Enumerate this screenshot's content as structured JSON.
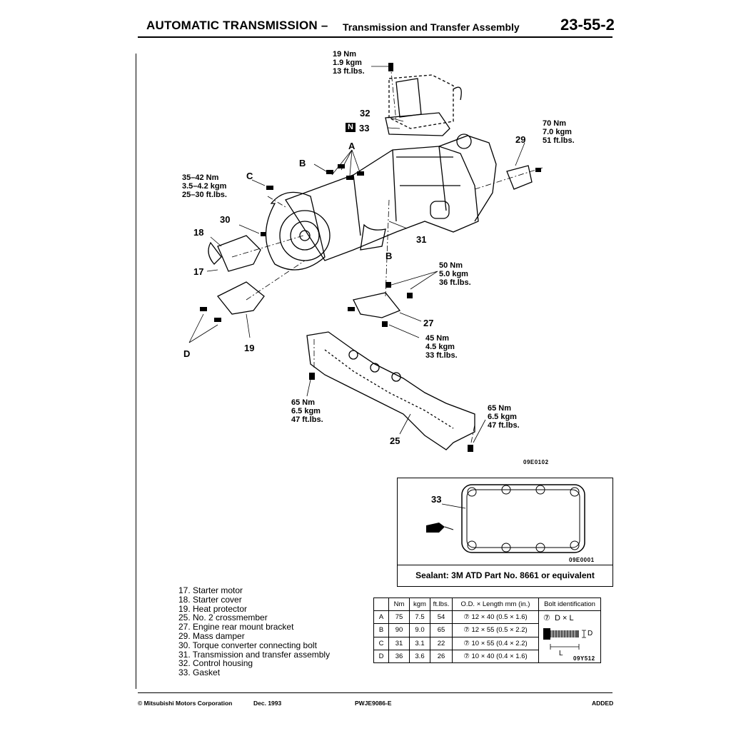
{
  "header": {
    "section": "AUTOMATIC TRANSMISSION",
    "dash": "–",
    "subtitle": "Transmission and Transfer Assembly",
    "page": "23-55-2"
  },
  "diagram": {
    "code": "09E0102",
    "torque_labels": [
      {
        "id": "t19",
        "lines": [
          "19 Nm",
          "1.9 kgm",
          "13 ft.lbs."
        ]
      },
      {
        "id": "t70",
        "lines": [
          "70 Nm",
          "7.0 kgm",
          "51 ft.lbs."
        ]
      },
      {
        "id": "t35",
        "lines": [
          "35–42 Nm",
          "3.5–4.2 kgm",
          "25–30 ft.lbs."
        ]
      },
      {
        "id": "t50",
        "lines": [
          "50 Nm",
          "5.0 kgm",
          "36 ft.lbs."
        ]
      },
      {
        "id": "t45",
        "lines": [
          "45 Nm",
          "4.5 kgm",
          "33 ft.lbs."
        ]
      },
      {
        "id": "t65a",
        "lines": [
          "65 Nm",
          "6.5 kgm",
          "47 ft.lbs."
        ]
      },
      {
        "id": "t65b",
        "lines": [
          "65 Nm",
          "6.5 kgm",
          "47 ft.lbs."
        ]
      }
    ],
    "part_numbers": [
      "32",
      "33",
      "29",
      "30",
      "18",
      "17",
      "31",
      "27",
      "19",
      "25"
    ],
    "letters": [
      "A",
      "B",
      "C",
      "B",
      "D"
    ],
    "new_part_badge": "N"
  },
  "inset": {
    "part": "33",
    "code": "09E0001",
    "sealant": "Sealant: 3M ATD Part No. 8661 or equivalent"
  },
  "legend": [
    "17. Starter motor",
    "18. Starter cover",
    "19. Heat protector",
    "25. No. 2 crossmember",
    "27. Engine rear mount bracket",
    "29. Mass damper",
    "30. Torque converter connecting bolt",
    "31. Transmission and transfer assembly",
    "32. Control housing",
    "33. Gasket"
  ],
  "spec_table": {
    "headers": [
      "",
      "Nm",
      "kgm",
      "ft.lbs.",
      "O.D. × Length mm (in.)",
      "Bolt identification"
    ],
    "rows": [
      [
        "A",
        "75",
        "7.5",
        "54",
        "⑦ 12 × 40 (0.5 × 1.6)"
      ],
      [
        "B",
        "90",
        "9.0",
        "65",
        "⑦ 12 × 55 (0.5 × 2.2)"
      ],
      [
        "C",
        "31",
        "3.1",
        "22",
        "⑦ 10 × 55 (0.4 × 2.2)"
      ],
      [
        "D",
        "36",
        "3.6",
        "26",
        "⑦ 10 × 40 (0.4 × 1.6)"
      ]
    ],
    "bolt_id": {
      "mark": "⑦",
      "formula": "D × L",
      "d_label": "D",
      "l_label": "L",
      "code": "09Y512"
    }
  },
  "footer": {
    "copyright": "© Mitsubishi Motors Corporation",
    "date": "Dec. 1993",
    "doc_id": "PWJE9086-E",
    "status": "ADDED"
  }
}
